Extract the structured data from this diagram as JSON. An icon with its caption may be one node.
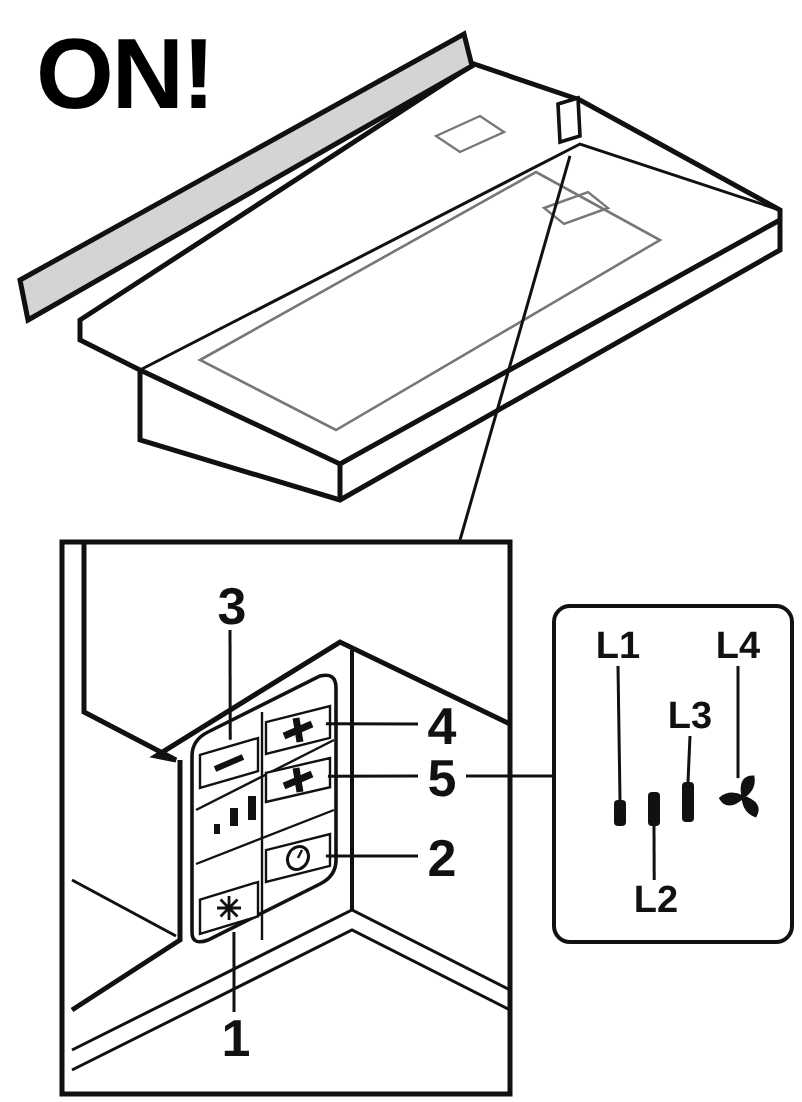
{
  "diagram": {
    "title": "ON!",
    "nodes": [
      {
        "text": [],
        "shape": "picture"
      },
      {
        "text": [],
        "shape": "box"
      },
      {
        "text": [],
        "shape": "box",
        "in": 1
      },
      {
        "text": [],
        "shape": "box",
        "in": 1
      },
      {
        "text": [],
        "shape": "box",
        "in": 1
      },
      {
        "text": [],
        "shape": "box",
        "in": 1
      },
      {
        "text": [],
        "shape": "box",
        "in": 1
      },
      {
        "text": [
          "3"
        ],
        "in": 1
      },
      {
        "text": [
          "4"
        ],
        "in": 1
      },
      {
        "text": [
          "5"
        ],
        "in": 1
      },
      {
        "text": [
          "2"
        ],
        "in": 1
      },
      {
        "text": [
          "1"
        ],
        "in": 1
      },
      {
        "text": [],
        "shape": "box"
      },
      {
        "text": [
          "L1"
        ],
        "in": 12
      },
      {
        "text": [
          "L2"
        ],
        "in": 12
      },
      {
        "text": [
          "L3"
        ],
        "in": 12
      },
      {
        "text": [
          "L4"
        ],
        "in": 12
      },
      {
        "text": [],
        "shape": "bar",
        "in": 12
      },
      {
        "text": [],
        "shape": "bar",
        "in": 12
      },
      {
        "text": [],
        "shape": "bar",
        "in": 12
      },
      {
        "text": [],
        "shape": "fan",
        "in": 12
      }
    ],
    "edges": [
      {
        "from": 0,
        "to": 1,
        "arrow": "none"
      },
      {
        "from": 7,
        "to": 2,
        "arrow": "none"
      },
      {
        "from": 8,
        "to": 3,
        "arrow": "none"
      },
      {
        "from": 9,
        "to": 4,
        "arrow": "none"
      },
      {
        "from": 9,
        "to": 12,
        "arrow": "none"
      },
      {
        "from": 10,
        "to": 5,
        "arrow": "none"
      },
      {
        "from": 11,
        "to": 6,
        "arrow": "none"
      },
      {
        "from": 13,
        "to": 17,
        "arrow": "none"
      },
      {
        "from": 14,
        "to": 18,
        "arrow": "none"
      },
      {
        "from": 15,
        "to": 19,
        "arrow": "none"
      },
      {
        "from": 16,
        "to": 20,
        "arrow": "none"
      }
    ]
  }
}
